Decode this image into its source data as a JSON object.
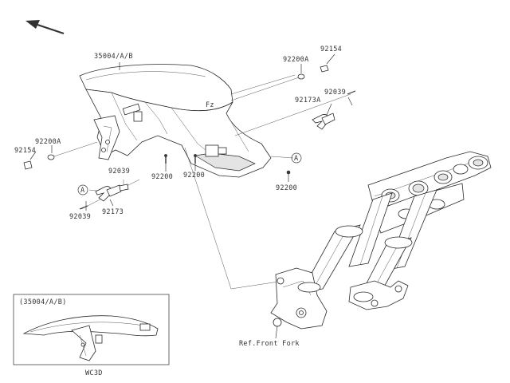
{
  "labels": {
    "fender": "35004/A/B",
    "bolt_top": "92154",
    "washer_top": "92200A",
    "bolt_right": "92039",
    "clamp_right": "92173A",
    "ref_a_right": "A",
    "bolt_side_a": "92200",
    "bolt_side_b": "92200",
    "bolt_inner": "92039",
    "washer_left": "92200A",
    "bolt_left": "92154",
    "ref_a_left": "A",
    "clamp_left": "92173",
    "bolt_left_low": "92039",
    "screw_right_low": "92200",
    "fork_ref": "Ref.Front Fork",
    "inset_title": "(35004/A/B)",
    "inset_code": "WC3D"
  },
  "colors": {
    "line": "#3a3a3a",
    "text": "#333333",
    "background": "#ffffff"
  }
}
